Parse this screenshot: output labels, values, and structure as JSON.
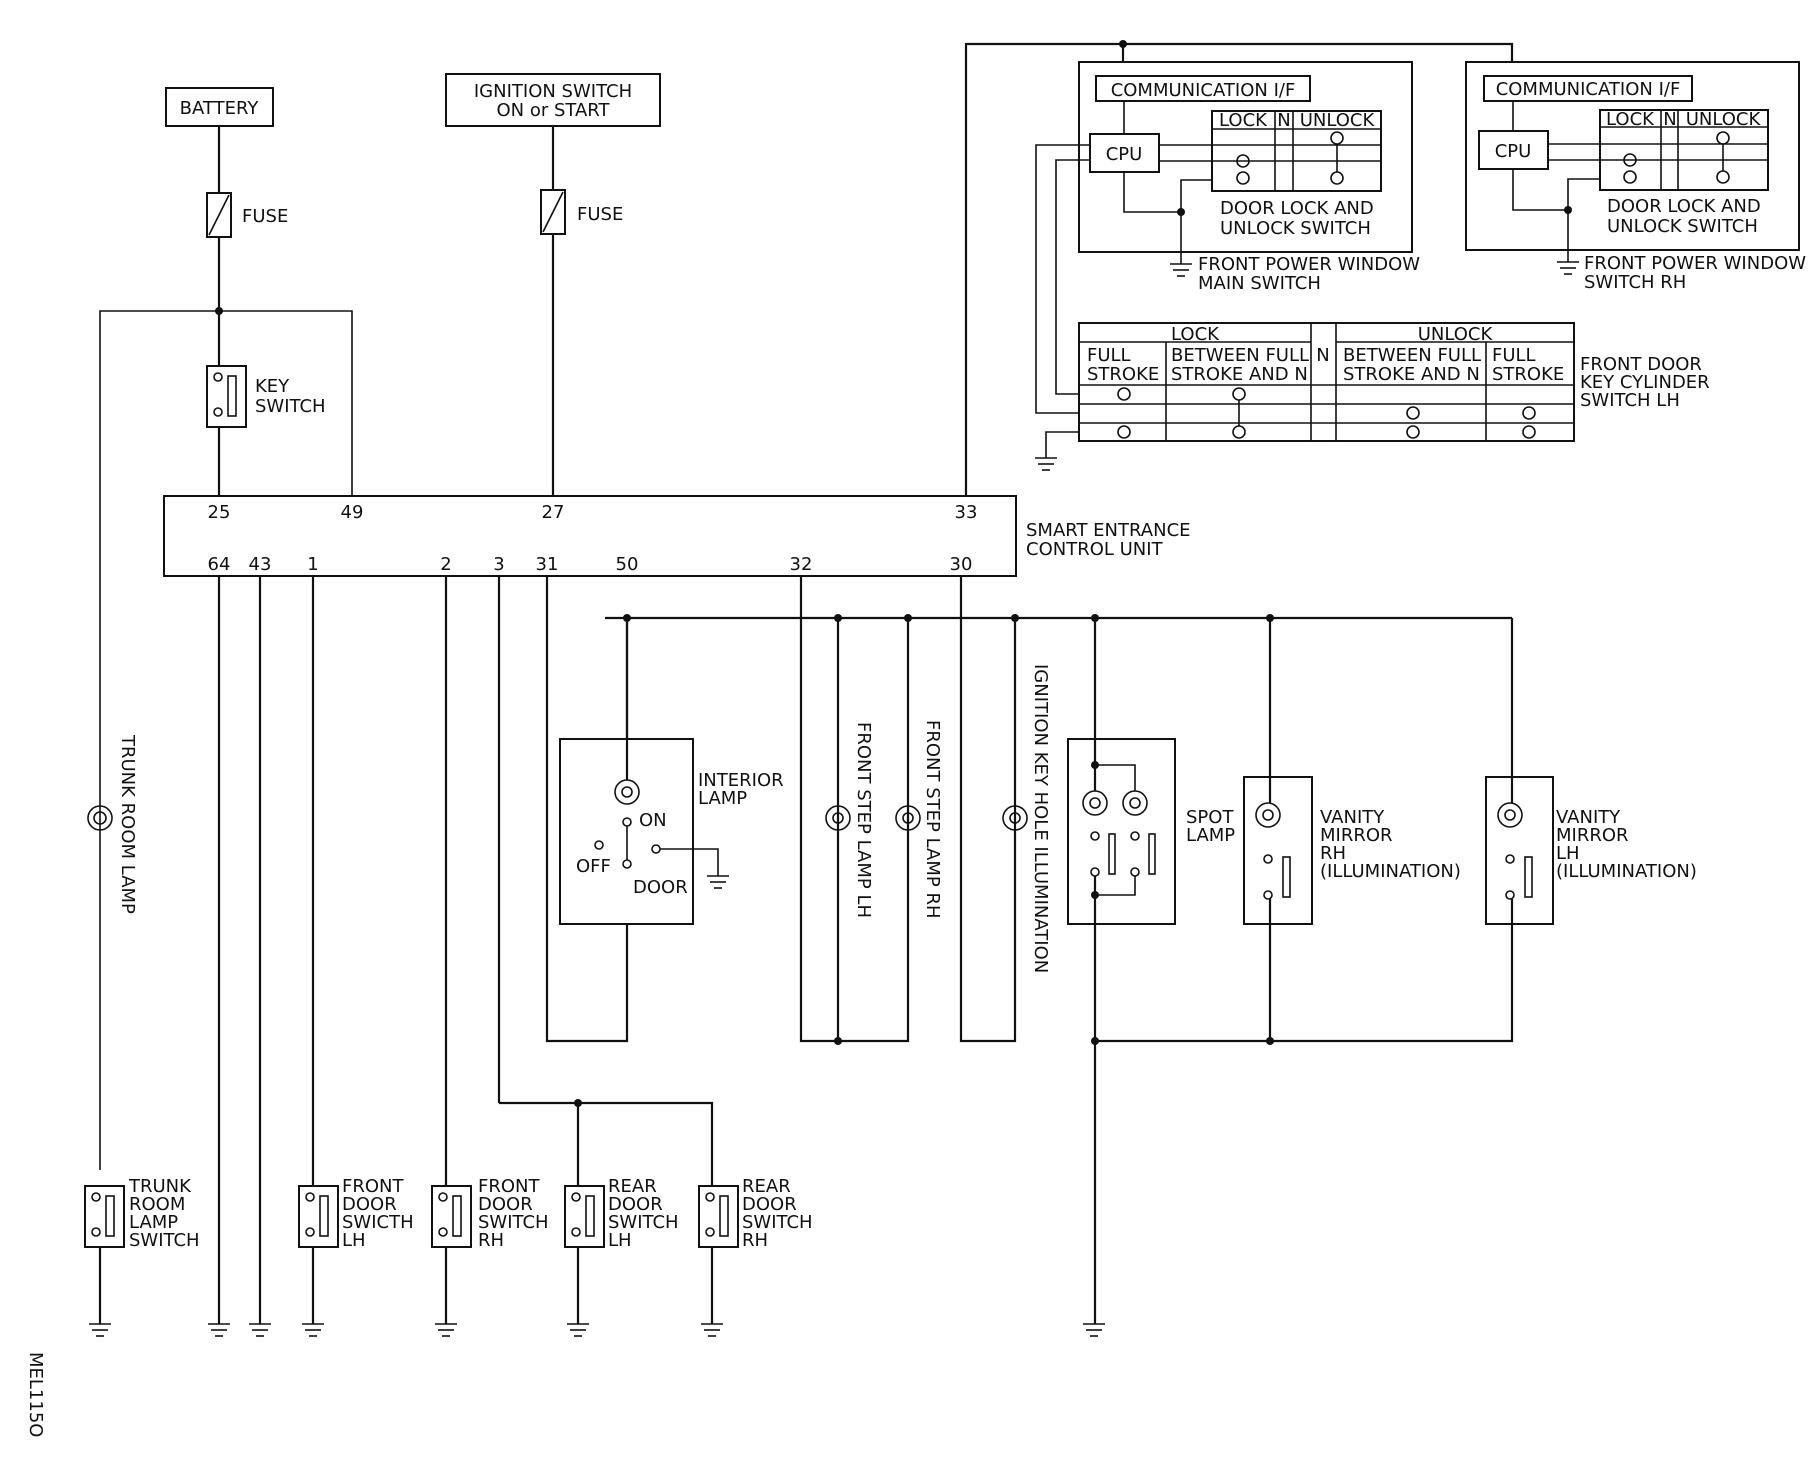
{
  "labels": {
    "battery": "BATTERY",
    "ignition_switch_l1": "IGNITION SWITCH",
    "ignition_switch_l2": "ON or START",
    "fuse": "FUSE",
    "key_switch_l1": "KEY",
    "key_switch_l2": "SWITCH",
    "control_unit_l1": "SMART ENTRANCE",
    "control_unit_l2": "CONTROL UNIT",
    "comm_if": "COMMUNICATION I/F",
    "cpu": "CPU",
    "lock": "LOCK",
    "n": "N",
    "unlock": "UNLOCK",
    "door_lock_l1": "DOOR LOCK AND",
    "door_lock_l2": "UNLOCK SWITCH",
    "pw_main_l1": "FRONT POWER WINDOW",
    "pw_main_l2": "MAIN SWITCH",
    "pw_rh_l1": "FRONT POWER WINDOW",
    "pw_rh_l2": "SWITCH RH",
    "kc_full_l1": "FULL",
    "kc_full_l2": "STROKE",
    "kc_between_l1": "BETWEEN FULL",
    "kc_between_l2": "STROKE AND N",
    "key_cyl_l1": "FRONT DOOR",
    "key_cyl_l2": "KEY CYLINDER",
    "key_cyl_l3": "SWITCH LH",
    "trunk_room_lamp": "TRUNK ROOM LAMP",
    "interior_lamp_l1": "INTERIOR",
    "interior_lamp_l2": "LAMP",
    "on": "ON",
    "off": "OFF",
    "door": "DOOR",
    "front_step_lh": "FRONT STEP LAMP LH",
    "front_step_rh": "FRONT STEP LAMP RH",
    "ign_keyhole": "IGNITION KEY HOLE ILLUMINATION",
    "spot_lamp_l1": "SPOT",
    "spot_lamp_l2": "LAMP",
    "vanity_rh_l1": "VANITY",
    "vanity_rh_l2": "MIRROR",
    "vanity_rh_l3": "RH",
    "vanity_rh_l4": "(ILLUMINATION)",
    "vanity_lh_l1": "VANITY",
    "vanity_lh_l2": "MIRROR",
    "vanity_lh_l3": "LH",
    "vanity_lh_l4": "(ILLUMINATION)",
    "trunk_sw_l1": "TRUNK",
    "trunk_sw_l2": "ROOM",
    "trunk_sw_l3": "LAMP",
    "trunk_sw_l4": "SWITCH",
    "fd_lh_l1": "FRONT",
    "fd_lh_l2": "DOOR",
    "fd_lh_l3": "SWICTH",
    "fd_lh_l4": "LH",
    "fd_rh_l1": "FRONT",
    "fd_rh_l2": "DOOR",
    "fd_rh_l3": "SWITCH",
    "fd_rh_l4": "RH",
    "rd_lh_l1": "REAR",
    "rd_lh_l2": "DOOR",
    "rd_lh_l3": "SWITCH",
    "rd_lh_l4": "LH",
    "rd_rh_l1": "REAR",
    "rd_rh_l2": "DOOR",
    "rd_rh_l3": "SWITCH",
    "rd_rh_l4": "RH",
    "figure_id": "MEL115O"
  },
  "pins": {
    "p25": "25",
    "p49": "49",
    "p27": "27",
    "p33": "33",
    "p64": "64",
    "p43": "43",
    "p1": "1",
    "p2": "2",
    "p3": "3",
    "p31": "31",
    "p50": "50",
    "p32": "32",
    "p30": "30"
  }
}
